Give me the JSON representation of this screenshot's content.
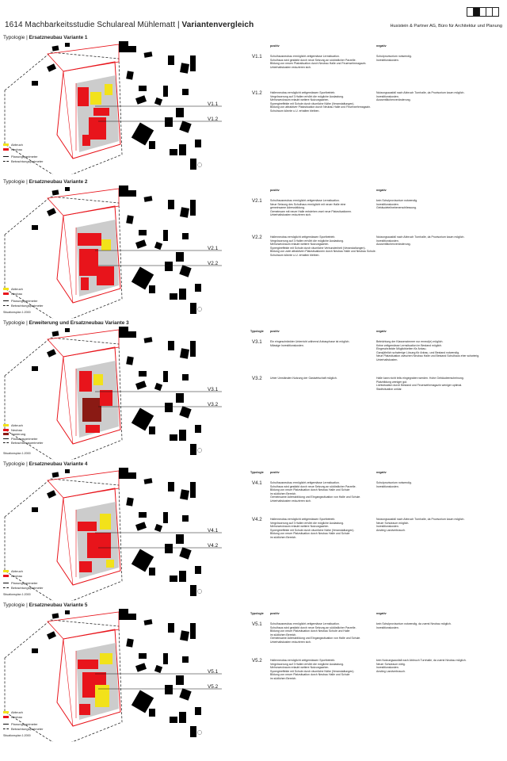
{
  "header": {
    "title_main": "1614 Machbarkeitsstudie Schulareal Mühlematt",
    "title_sep": " | ",
    "title_bold": "Variantenvergleich",
    "office": "Husistein & Partner AG, Büro für Architektur und Planung"
  },
  "colors": {
    "abbruch": "#f2e21a",
    "neubau": "#e8141b",
    "sanierung": "#8a1a14",
    "outline": "#e8141b",
    "building": "#000000",
    "site": "#cccccc"
  },
  "columns": {
    "typologie": "Typologie",
    "positiv": "positiv",
    "negativ": "negativ"
  },
  "scale_label": "Situationsplan 1:2000",
  "sections": [
    {
      "prefix": "Typologie | ",
      "name": "Ersatzneubau Variante 1",
      "show_typ": false,
      "show_scale": false,
      "legend": [
        {
          "kind": "sw",
          "color": "#f2e21a",
          "label": "Abbruch"
        },
        {
          "kind": "sw",
          "color": "#e8141b",
          "label": "Neubau"
        },
        {
          "kind": "ln",
          "label": "Planungsperimeter"
        },
        {
          "kind": "dl",
          "label": "Betrachtungsperimeter"
        }
      ],
      "variants": [
        {
          "label": "V1.1",
          "pos": [
            "Schulhausneubau ermöglicht zeitgemässe Lernsituation.",
            "Schulhaus wird gestärkt durch neue Setzung an südöstlicher Parzelle.",
            "Bildung von neuen Platzsituation durch Neubau Halle und Feuerwehrmagazin.",
            "Unterhaltskosten reduzieren sich."
          ],
          "neg": [
            "Schulprovisorium notwendig.",
            "Investitionskosten."
          ]
        },
        {
          "label": "V1.2",
          "pos": [
            "Hallenneubau ermöglicht zeitgemässen Sportbetrieb.",
            "Vergrösserung auf 3 Hallen erhöht die mögliche Auslastung.",
            "Mehrzweckraum erlaubt weitere Nutzungsarten.",
            "Synergieeffekte mit Schule durch räumliche Nähe (Veranstaltungen).",
            "Bildung von attraktiver Platzsituation durch Neubau Halle und Feuerwehrmagazin.",
            "Schulraum könnte u.U. erhalten bleiben."
          ],
          "neg": [
            "Nutzungsausfall nach Abbruch Turnhalle, da Provisorium kaum möglich.",
            "Investitionskosten.",
            "Aussenflächenveränderung."
          ]
        }
      ]
    },
    {
      "prefix": "Typologie | ",
      "name": "Ersatzneubau Variante 2",
      "show_typ": false,
      "show_scale": true,
      "legend": [
        {
          "kind": "sw",
          "color": "#f2e21a",
          "label": "Abbruch"
        },
        {
          "kind": "sw",
          "color": "#e8141b",
          "label": "Neubau"
        },
        {
          "kind": "ln",
          "label": "Planungsperimeter"
        },
        {
          "kind": "dl",
          "label": "Betrachtungsperimeter"
        }
      ],
      "variants": [
        {
          "label": "V2.1",
          "pos": [
            "Schulhausneubau ermöglicht zeitgemässe Lernsituation.",
            "Neue Setzung des Schulhaus ermöglicht mit neuer Halle eine",
            "gemeinsame Adressbildung.",
            "Gemeinsam mit neuer Halle entstehen zwei neue Platzsituationen.",
            "Unterhaltskosten reduzieren sich."
          ],
          "neg": [
            "kein Schulprovisorium notwendig.",
            "Investitionskosten.",
            "Gebäudeteilnebenerschliessung."
          ]
        },
        {
          "label": "V2.2",
          "pos": [
            "Hallenneubau ermöglicht zeitgemässen Sportbetrieb.",
            "Vergrösserung auf 3 Hallen erhöht die mögliche Auslastung.",
            "Mehrzweckraum erlaubt weitere Nutzungsarten.",
            "Synergieeffekte mit Schule durch räumliche Verbundenheit (Veranstaltungen).",
            "Bildung von zwei attraktiven Platzsituationen durch Neubau Halle und Neubau Schule.",
            "Schulraum könnte u.U. erhalten bleiben."
          ],
          "neg": [
            "Nutzungsausfall nach Abbruch Turnhalle, da Provisorium kaum möglich.",
            "Investitionskosten.",
            "Aussenflächenveränderung."
          ]
        }
      ]
    },
    {
      "prefix": "Typologie | ",
      "name": "Erweiterung und Ersatzneubau Variante 3",
      "show_typ": true,
      "show_scale": true,
      "legend": [
        {
          "kind": "sw",
          "color": "#f2e21a",
          "label": "Abbruch"
        },
        {
          "kind": "sw",
          "color": "#e8141b",
          "label": "Neubau"
        },
        {
          "kind": "sw",
          "color": "#8a1a14",
          "label": "Sanierung"
        },
        {
          "kind": "ln",
          "label": "Planungsperimeter"
        },
        {
          "kind": "dl",
          "label": "Betrachtungsperimeter"
        }
      ],
      "variants": [
        {
          "label": "V3.1",
          "pos": [
            "Ein eingeschränkter Unterricht während Anbauphase ist möglich.",
            "Mässige Investitionskosten."
          ],
          "neg": [
            "Beleichtung der Klassenzimmer nur erneut(e) möglich.",
            "Keine zeitgemässe Lernsituation im Bestand möglich.",
            "Eingeschränkte Möglichkeiten für Anbau.",
            "Ganzjährlich schwierige Lösung für Anbau- und Bestand notwendig.",
            "Neue Platzsituation zwischen Neubau Halle und Bestand Schulhaus eher schwierig.",
            "Unterhaltskosten."
          ]
        },
        {
          "label": "V3.2",
          "pos": [
            "Unter Umständen Nutzung der Gastwirtschaft möglich."
          ],
          "neg": [
            "Halle kann nicht teils eingegraben werden. Hohe Gebäudeerscheinung.",
            "Platzbildung weniger gut.",
            "Lichtsituation durch Bestand und Feuerwehrmagazin weniger optimal.",
            "Stadtsituation unklar."
          ]
        }
      ]
    },
    {
      "prefix": "Typologie | ",
      "name": "Ersatzneubau Variante 4",
      "show_typ": true,
      "show_scale": true,
      "legend": [
        {
          "kind": "sw",
          "color": "#f2e21a",
          "label": "Abbruch"
        },
        {
          "kind": "sw",
          "color": "#e8141b",
          "label": "Neubau"
        },
        {
          "kind": "ln",
          "label": "Planungsperimeter"
        },
        {
          "kind": "dl",
          "label": "Betrachtungsperimeter"
        }
      ],
      "variants": [
        {
          "label": "V4.1",
          "pos": [
            "Schulhausneubau ermöglicht zeitgemässe Lernsituation.",
            "Schulhaus wird gestärkt durch neue Setzung an südöstlicher Parzelle.",
            "Bildung von neuer Platzsituation durch Neubau Halle und Schule",
            "im südlichen Bereich.",
            "Gemeinsame Adressbildung und Eingangssituation von Halle und Schule.",
            "Unterhaltskosten reduzieren sich."
          ],
          "neg": [
            "Schulprovisorium notwendig.",
            "Investitionskosten."
          ]
        },
        {
          "label": "V4.2",
          "pos": [
            "Hallenneubau ermöglicht zeitgemässen Sportbetrieb.",
            "Vergrösserung auf 3 Hallen erhöht die mögliche Auslastung.",
            "Mehrzweckraum erlaubt weitere Nutzungsarten.",
            "Synergieeffekte mit Schule durch räumliche Nähe (Veranstaltungen).",
            "Bildung von neuer Platzsituation durch Neubau Halle und Schule",
            "im südlichen Bereich."
          ],
          "neg": [
            "Nutzungsausfall nach Abbruch Turnhalle, da Provisorium kaum möglich.",
            "Neuer Schulraum möglich.",
            "Investitionskosten.",
            "Anstieg Landverbrauch."
          ]
        }
      ]
    },
    {
      "prefix": "Typologie | ",
      "name": "Ersatzneubau Variante 5",
      "show_typ": true,
      "show_scale": true,
      "legend": [
        {
          "kind": "sw",
          "color": "#f2e21a",
          "label": "Abbruch"
        },
        {
          "kind": "sw",
          "color": "#e8141b",
          "label": "Neubau"
        },
        {
          "kind": "ln",
          "label": "Planungsperimeter"
        },
        {
          "kind": "dl",
          "label": "Betrachtungsperimeter"
        }
      ],
      "variants": [
        {
          "label": "V5.1",
          "pos": [
            "Schulhausneubau ermöglicht zeitgemässe Lernsituation.",
            "Schulhaus wird gestärkt durch neue Setzung an südöstlicher Parzelle.",
            "Bildung von neuer Platzsituation durch Neubau Schule und Halle",
            "im südlichen Bereich.",
            "Gemeinsame Adressbildung und Eingangssituation von Halle und Schule.",
            "Unterhaltskosten reduzieren sich."
          ],
          "neg": [
            "kein Schulprovisorium notwendig, da zuerst Neubau möglich.",
            "Investitionskosten."
          ]
        },
        {
          "label": "V5.2",
          "pos": [
            "Hallenneubau ermöglicht zeitgemässen Sportbetrieb.",
            "Vergrösserung auf 3 Hallen erhöht die mögliche Auslastung.",
            "Mehrzweckraum erlaubt weitere Nutzungsarten.",
            "Synergieeffekte mit Schule durch räumliche Nähe (Veranstaltungen).",
            "Bildung von neuer Platzsituation durch Neubau Halle und Schule",
            "im südlichen Bereich."
          ],
          "neg": [
            "kein Nutzungsausfall nach Abbruch Turnhalle, da zuerst Neubau möglich.",
            "Neuer Schulraum nötig.",
            "Investitionskosten.",
            "Anstieg Landverbrauch."
          ]
        }
      ]
    }
  ]
}
